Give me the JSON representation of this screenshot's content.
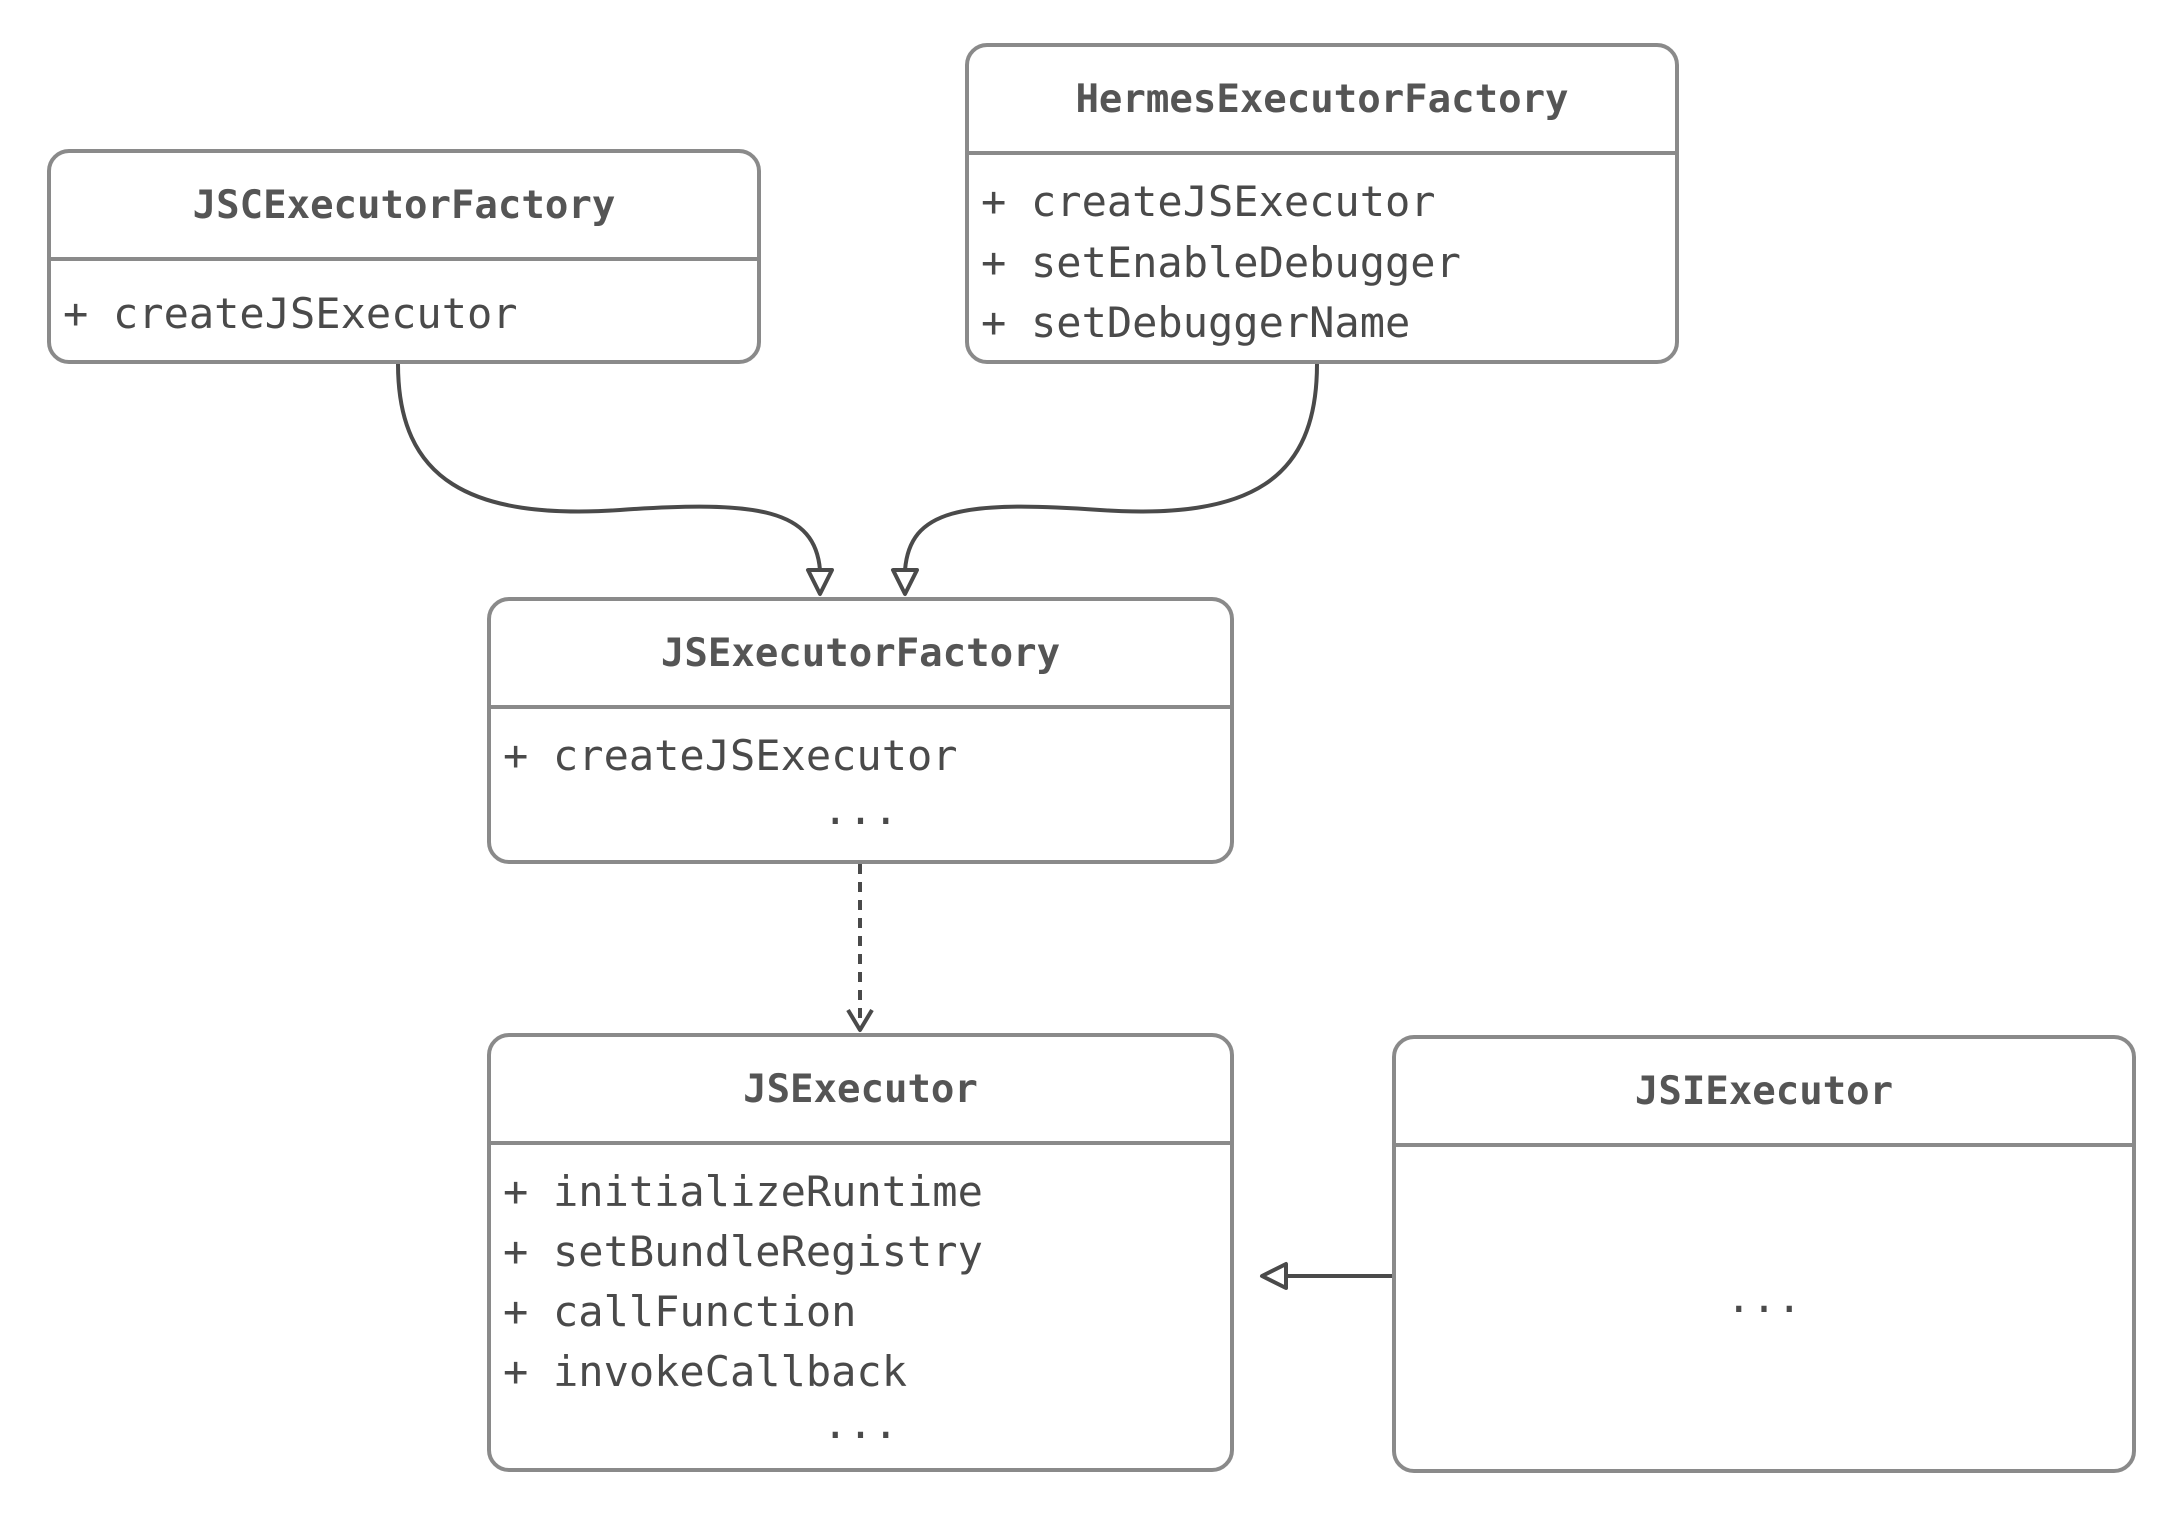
{
  "classes": {
    "jsc_executor_factory": {
      "name": "JSCExecutorFactory",
      "members": [
        "createJSExecutor"
      ]
    },
    "hermes_executor_factory": {
      "name": "HermesExecutorFactory",
      "members": [
        "createJSExecutor",
        "setEnableDebugger",
        "setDebuggerName"
      ]
    },
    "js_executor_factory": {
      "name": "JSExecutorFactory",
      "members": [
        "createJSExecutor"
      ],
      "ellipsis": "..."
    },
    "js_executor": {
      "name": "JSExecutor",
      "members": [
        "initializeRuntime",
        "setBundleRegistry",
        "callFunction",
        "invokeCallback"
      ],
      "ellipsis": "..."
    },
    "jsi_executor": {
      "name": "JSIExecutor",
      "ellipsis": "..."
    }
  },
  "member_prefix": "+",
  "relations": [
    {
      "from": "JSCExecutorFactory",
      "to": "JSExecutorFactory",
      "type": "inheritance"
    },
    {
      "from": "HermesExecutorFactory",
      "to": "JSExecutorFactory",
      "type": "inheritance"
    },
    {
      "from": "JSExecutorFactory",
      "to": "JSExecutor",
      "type": "dependency"
    },
    {
      "from": "JSIExecutor",
      "to": "JSExecutor",
      "type": "inheritance"
    }
  ],
  "colors": {
    "box_border": "#8a8a8a",
    "connector": "#4a4a4a",
    "text": "#4a4a4a",
    "background": "#ffffff"
  }
}
